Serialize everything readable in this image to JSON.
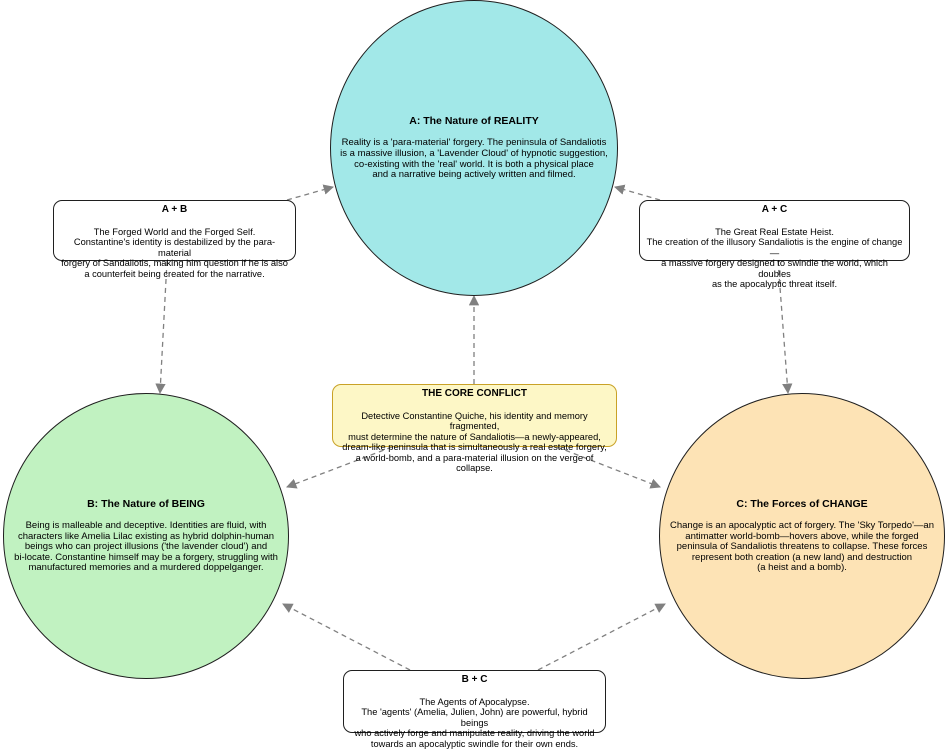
{
  "colors": {
    "reality": "#a2e8e8",
    "being": "#c1f2c1",
    "change": "#fde3b5",
    "core_fill": "#fdf7c6",
    "core_border": "#c9a227",
    "edge": "#808080"
  },
  "nodes": {
    "reality": {
      "title": "A: The Nature of REALITY",
      "body": "Reality is a 'para-material' forgery. The peninsula of Sandaliotis\nis a massive illusion, a 'Lavender Cloud' of hypnotic suggestion,\nco-existing with the 'real' world. It is both a physical place\nand a narrative being actively written and filmed."
    },
    "being": {
      "title": "B: The Nature of BEING",
      "body": "Being is malleable and deceptive. Identities are fluid, with\ncharacters like Amelia Lilac existing as hybrid dolphin-human\nbeings who can project illusions ('the lavender cloud') and\nbi-locate. Constantine himself may be a forgery, struggling with\nmanufactured memories and a murdered doppelganger."
    },
    "change": {
      "title": "C: The Forces of CHANGE",
      "body": "Change is an apocalyptic act of forgery. The 'Sky Torpedo'—an\nantimatter world-bomb—hovers above, while the forged\npeninsula of Sandaliotis threatens to collapse. These forces\nrepresent both creation (a new land) and destruction\n(a heist and a bomb)."
    },
    "core": {
      "title": "THE CORE CONFLICT",
      "body": "Detective Constantine Quiche, his identity and memory fragmented,\nmust determine the nature of Sandaliotis—a newly-appeared,\ndream-like peninsula that is simultaneously a real estate forgery,\na world-bomb, and a para-material illusion on the verge of collapse."
    },
    "ab": {
      "title": "A + B",
      "body": "The Forged World and the Forged Self.\nConstantine's identity is destabilized by the para-material\nforgery of Sandaliotis, making him question if he is also\na counterfeit being created for the narrative."
    },
    "ac": {
      "title": "A + C",
      "body": "The Great Real Estate Heist.\nThe creation of the illusory Sandaliotis is the engine of change—\na massive forgery designed to swindle the world, which doubles\nas the apocalyptic threat itself."
    },
    "bc": {
      "title": "B + C",
      "body": "The Agents of Apocalypse.\nThe 'agents' (Amelia, Julien, John) are powerful, hybrid beings\nwho actively forge and manipulate reality, driving the world\ntowards an apocalyptic swindle for their own ends."
    }
  },
  "edges": [
    {
      "from": "core",
      "to": "reality"
    },
    {
      "from": "core",
      "to": "being"
    },
    {
      "from": "core",
      "to": "change"
    },
    {
      "from": "ab",
      "to": "reality"
    },
    {
      "from": "ab",
      "to": "being"
    },
    {
      "from": "ac",
      "to": "reality"
    },
    {
      "from": "ac",
      "to": "change"
    },
    {
      "from": "bc",
      "to": "being"
    },
    {
      "from": "bc",
      "to": "change"
    }
  ]
}
